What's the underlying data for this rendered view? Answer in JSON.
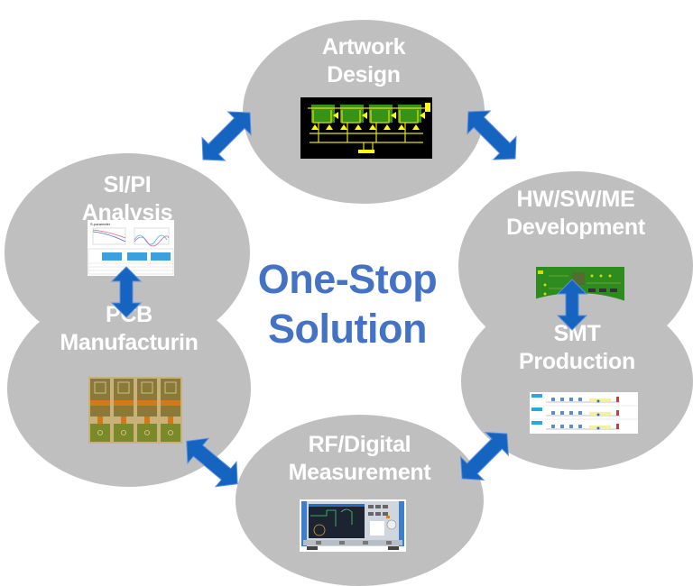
{
  "center": {
    "line1": "One-Stop",
    "line2": "Solution"
  },
  "nodes": [
    {
      "id": "artwork-design",
      "line1": "Artwork",
      "line2": "Design",
      "image": "pcb-artwork-layout"
    },
    {
      "id": "hw-sw-me-development",
      "line1": "HW/SW/ME",
      "line2": "Development",
      "image": "green-pcb-board"
    },
    {
      "id": "smt-production",
      "line1": "SMT",
      "line2": "Production",
      "image": "smt-line-diagram"
    },
    {
      "id": "rf-digital-measurement",
      "line1": "RF/Digital",
      "line2": "Measurement",
      "image": "network-analyzer-instrument"
    },
    {
      "id": "pcb-manufacturing",
      "line1": "PCB",
      "line2": "Manufacturin",
      "image": "rigid-flex-pcb-panel"
    },
    {
      "id": "si-pi-analysis",
      "line1": "SI/PI",
      "line2": "Analysis",
      "image": "s-parameter-report"
    }
  ],
  "connections": [
    {
      "from": "artwork-design",
      "to": "hw-sw-me-development",
      "type": "bidirectional"
    },
    {
      "from": "hw-sw-me-development",
      "to": "smt-production",
      "type": "bidirectional"
    },
    {
      "from": "smt-production",
      "to": "rf-digital-measurement",
      "type": "bidirectional"
    },
    {
      "from": "rf-digital-measurement",
      "to": "pcb-manufacturing",
      "type": "bidirectional"
    },
    {
      "from": "pcb-manufacturing",
      "to": "si-pi-analysis",
      "type": "bidirectional"
    },
    {
      "from": "si-pi-analysis",
      "to": "artwork-design",
      "type": "bidirectional"
    }
  ],
  "colors": {
    "node_fill": "#bfbfbf",
    "node_text": "#ffffff",
    "title": "#4472c4",
    "arrow": "#1565c0"
  }
}
